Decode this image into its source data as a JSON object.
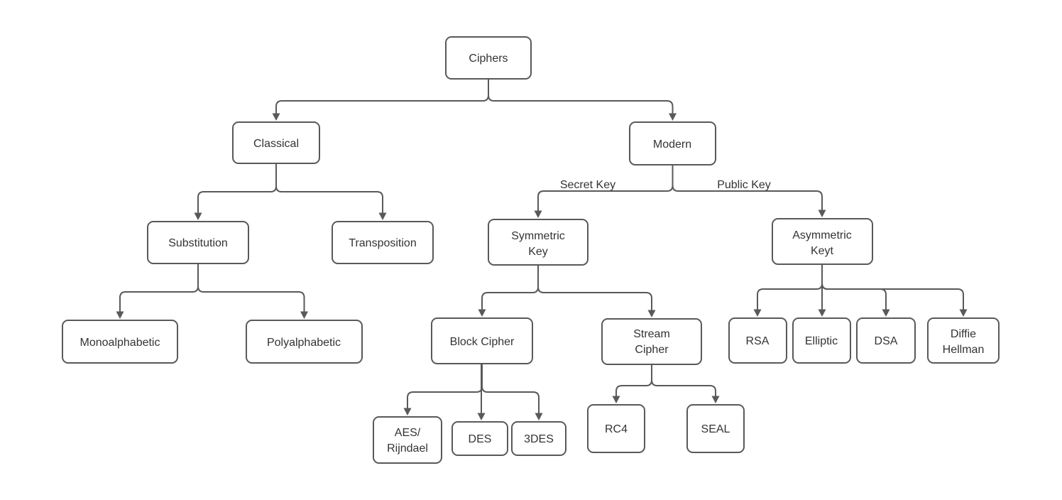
{
  "colors": {
    "canvas_background": "#ffffff",
    "node_fill": "#ffffff",
    "node_border": "#595959",
    "connector": "#595959",
    "text": "#333333"
  },
  "nodes": {
    "ciphers": {
      "label": "Ciphers"
    },
    "classical": {
      "label": "Classical"
    },
    "modern": {
      "label": "Modern"
    },
    "substitution": {
      "label": "Substitution"
    },
    "transposition": {
      "label": "Transposition"
    },
    "symmetric_key": {
      "line1": "Symmetric",
      "line2": "Key"
    },
    "asymmetric_key": {
      "line1": "Asymmetric",
      "line2": "Keyt"
    },
    "monoalphabetic": {
      "label": "Monoalphabetic"
    },
    "polyalphabetic": {
      "label": "Polyalphabetic"
    },
    "block_cipher": {
      "label": "Block Cipher"
    },
    "stream_cipher": {
      "line1": "Stream",
      "line2": "Cipher"
    },
    "rsa": {
      "label": "RSA"
    },
    "elliptic": {
      "label": "Elliptic"
    },
    "dsa": {
      "label": "DSA"
    },
    "diffie_hellman": {
      "line1": "Diffie",
      "line2": "Hellman"
    },
    "aes_rijndael": {
      "line1": "AES/",
      "line2": "Rijndael"
    },
    "des": {
      "label": "DES"
    },
    "triple_des": {
      "label": "3DES"
    },
    "rc4": {
      "label": "RC4"
    },
    "seal": {
      "label": "SEAL"
    }
  },
  "edges": [
    {
      "from": "ciphers",
      "to": "classical",
      "label": ""
    },
    {
      "from": "ciphers",
      "to": "modern",
      "label": ""
    },
    {
      "from": "classical",
      "to": "substitution",
      "label": ""
    },
    {
      "from": "classical",
      "to": "transposition",
      "label": ""
    },
    {
      "from": "modern",
      "to": "symmetric_key",
      "label": "Secret Key"
    },
    {
      "from": "modern",
      "to": "asymmetric_key",
      "label": "Public Key"
    },
    {
      "from": "substitution",
      "to": "monoalphabetic",
      "label": ""
    },
    {
      "from": "substitution",
      "to": "polyalphabetic",
      "label": ""
    },
    {
      "from": "symmetric_key",
      "to": "block_cipher",
      "label": ""
    },
    {
      "from": "symmetric_key",
      "to": "stream_cipher",
      "label": ""
    },
    {
      "from": "asymmetric_key",
      "to": "rsa",
      "label": ""
    },
    {
      "from": "asymmetric_key",
      "to": "elliptic",
      "label": ""
    },
    {
      "from": "asymmetric_key",
      "to": "dsa",
      "label": ""
    },
    {
      "from": "asymmetric_key",
      "to": "diffie_hellman",
      "label": ""
    },
    {
      "from": "block_cipher",
      "to": "aes_rijndael",
      "label": ""
    },
    {
      "from": "block_cipher",
      "to": "des",
      "label": ""
    },
    {
      "from": "block_cipher",
      "to": "triple_des",
      "label": ""
    },
    {
      "from": "stream_cipher",
      "to": "rc4",
      "label": ""
    },
    {
      "from": "stream_cipher",
      "to": "seal",
      "label": ""
    }
  ]
}
